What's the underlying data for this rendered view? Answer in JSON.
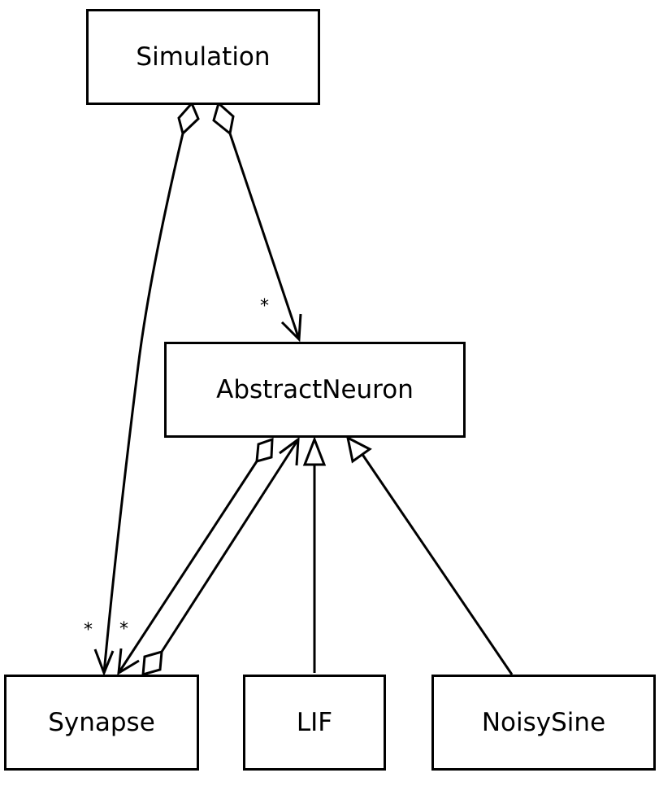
{
  "classes": {
    "simulation": "Simulation",
    "abstract_neuron": "AbstractNeuron",
    "synapse": "Synapse",
    "lif": "LIF",
    "noisy_sine": "NoisySine"
  },
  "multiplicities": {
    "simulation_to_abstract_neuron": "*",
    "simulation_to_synapse": "*",
    "abstract_neuron_to_synapse": "*"
  },
  "relationships": [
    {
      "from": "Simulation",
      "to": "AbstractNeuron",
      "kind": "aggregation",
      "multiplicity": "*"
    },
    {
      "from": "Simulation",
      "to": "Synapse",
      "kind": "aggregation",
      "multiplicity": "*"
    },
    {
      "from": "AbstractNeuron",
      "to": "Synapse",
      "kind": "aggregation",
      "multiplicity": "*"
    },
    {
      "from": "Synapse",
      "to": "AbstractNeuron",
      "kind": "aggregation"
    },
    {
      "from": "LIF",
      "to": "AbstractNeuron",
      "kind": "generalization"
    },
    {
      "from": "NoisySine",
      "to": "AbstractNeuron",
      "kind": "generalization"
    }
  ],
  "colors": {
    "stroke": "#000000",
    "background": "#ffffff"
  }
}
